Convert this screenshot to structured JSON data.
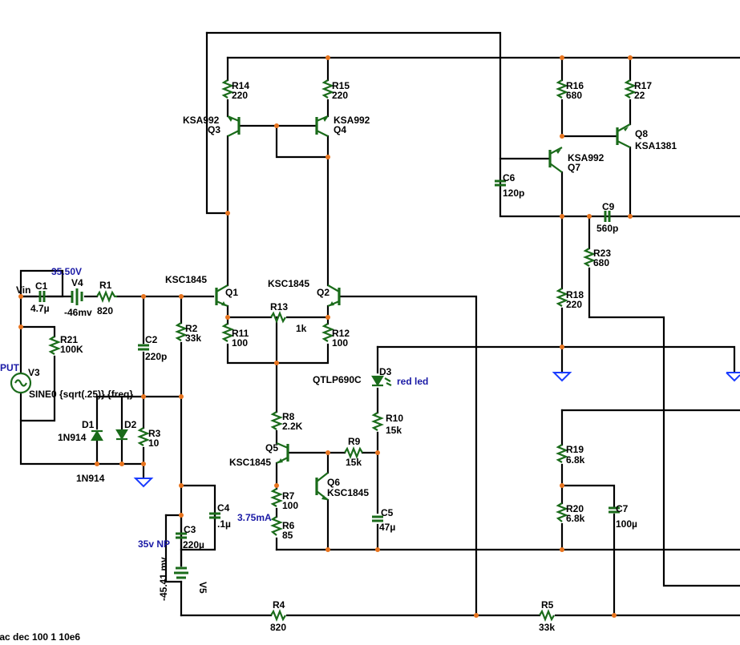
{
  "labels": {
    "r14": "R14",
    "r14v": "220",
    "r15": "R15",
    "r15v": "220",
    "q3t": "KSA992",
    "q3": "Q3",
    "q4t": "KSA992",
    "q4": "Q4",
    "r16": "R16",
    "r16v": "680",
    "r17": "R17",
    "r17v": "22",
    "q8": "Q8",
    "q8t": "KSA1381",
    "q7t": "KSA992",
    "q7": "Q7",
    "c6": "C6",
    "c6v": "120p",
    "c9": "C9",
    "c9v": "560p",
    "r23": "R23",
    "r23v": "680",
    "v_35": "35.50V",
    "vin": "Vin",
    "c1": "C1",
    "c1v": "4.7µ",
    "v4": "V4",
    "v4v": "-46mv",
    "r1": "R1",
    "r1v": "820",
    "q1t": "KSC1845",
    "q1": "Q1",
    "q2t": "KSC1845",
    "q2": "Q2",
    "r13": "R13",
    "r13v": "1k",
    "r18": "R18",
    "r18v": "220",
    "r21": "R21",
    "r21v": "100K",
    "put": "PUT",
    "v3": "V3",
    "sine": "SINE0 {sqrt(.25)} {freq}",
    "c2": "C2",
    "c2v": "220p",
    "r2": "R2",
    "r2v": "33k",
    "r11": "R11",
    "r11v": "100",
    "r12": "R12",
    "r12v": "100",
    "d3t": "QTLP690C",
    "d3": "D3",
    "d3v": "red led",
    "d1": "D1",
    "d1t": "1N914",
    "d2": "D2",
    "d2t": "1N914",
    "r3": "R3",
    "r3v": "10",
    "r8": "R8",
    "r8v": "2.2K",
    "q5": "Q5",
    "q5t": "KSC1845",
    "r9": "R9",
    "r9v": "15k",
    "r10": "R10",
    "r10v": "15k",
    "q6": "Q6",
    "q6t": "KSC1845",
    "r19": "R19",
    "r19v": "6.8k",
    "r20": "R20",
    "r20v": "6.8k",
    "c7": "C7",
    "c7v": "100µ",
    "c4": "C4",
    "c4v": ".1µ",
    "c3": "C3",
    "c3v": "220µ",
    "npv": "35v NP",
    "r7": "R7",
    "r7v": "100",
    "ma": "3.75mA",
    "r6": "R6",
    "r6v": "85",
    "c5": "C5",
    "c5v": "47µ",
    "v5": "V5",
    "v5v": "-45.41 mv",
    "r4": "R4",
    "r4v": "820",
    "r5": "R5",
    "r5v": "33k",
    "ac": ".ac dec 100 1 10e6"
  },
  "colors": {
    "wire": "#000000",
    "junction": "#e8741e",
    "component": "#1a6b1a",
    "ground": "#1a3cff",
    "annotation": "#1a1aa6"
  }
}
